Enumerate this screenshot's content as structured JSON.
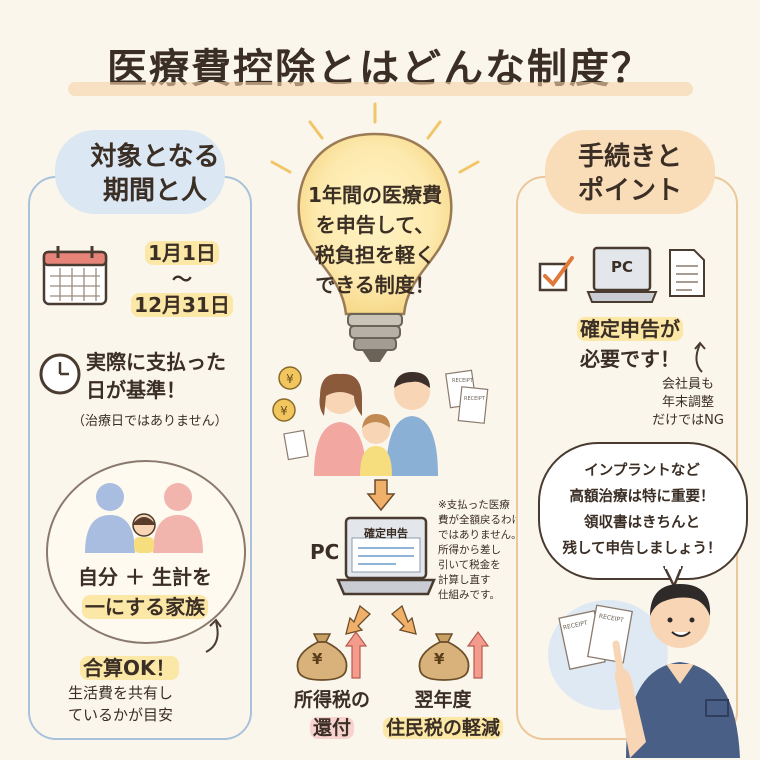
{
  "title": "医療費控除とはどんな制度？",
  "left": {
    "header": [
      "対象となる",
      "期間と人"
    ],
    "period": [
      "1月1日",
      "〜",
      "12月31日"
    ],
    "payment": [
      "実際に支払った",
      "日が基準！"
    ],
    "payment_note": "（治療日ではありません）",
    "family_line1": "自分 ＋ 生計を",
    "family_line2": "一にする家族",
    "sum_ok": "合算OK！",
    "sum_note": [
      "生活費を共有し",
      "ているかが目安"
    ]
  },
  "center": {
    "bulb_text": [
      "1年間の医療費",
      "を申告して、",
      "税負担を軽く",
      "できる制度！"
    ],
    "pc_label": "PC",
    "screen_label": "確定申告",
    "note": [
      "※支払った医療",
      "費が全額戻るわけ",
      "ではありません。",
      "所得から差し",
      "引いて税金を",
      "計算し直す",
      "仕組みです。"
    ],
    "yen": "¥",
    "result1": [
      "所得税の",
      "還付"
    ],
    "result2": [
      "翌年度",
      "住民税の軽減"
    ],
    "receipt_label": "RECEIPT"
  },
  "right": {
    "header": [
      "手続きと",
      "ポイント"
    ],
    "pc_label": "PC",
    "shinkoku": [
      "確定申告が",
      "必要です！"
    ],
    "company_note": [
      "会社員も",
      "年末調整",
      "だけではNG"
    ],
    "bubble": [
      "インプラントなど",
      "高額治療は特に重要！",
      "領収書はきちんと",
      "残して申告しましょう！"
    ]
  },
  "colors": {
    "left_border": "#a9c2dc",
    "right_border": "#ebc79a",
    "accent_yellow": "#fbe7a6",
    "accent_pink": "#f7d2cf"
  }
}
